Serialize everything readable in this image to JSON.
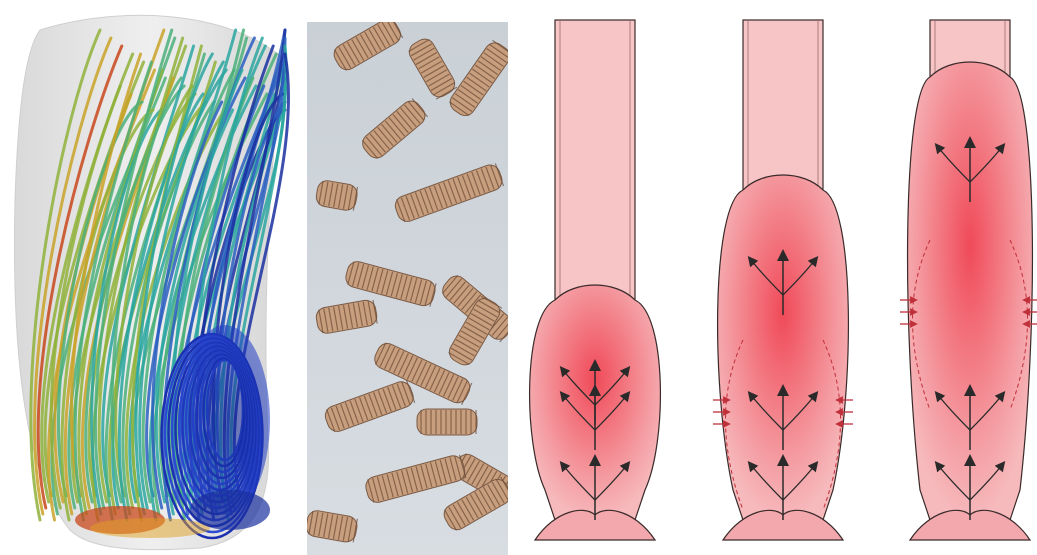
{
  "figure": {
    "panels": [
      {
        "id": "flow",
        "icon": "streamline-visualization-icon"
      },
      {
        "id": "micro",
        "icon": "red-blood-cell-rouleaux-icon"
      },
      {
        "id": "diagram",
        "icon": "vein-valve-sequence-icon"
      }
    ],
    "colors": {
      "vessel_wall": "#f4b8bb",
      "vessel_lumen": "#f7c5c6",
      "vessel_outline": "#3a2a2a",
      "pooled_blood": "#ec4f5a",
      "micro_background": "#cfd6dc",
      "cell_color": "#c89f7e",
      "flow_low": "#1a2fa0",
      "flow_mid": "#2aa6a0",
      "flow_high": "#c8481c"
    }
  }
}
